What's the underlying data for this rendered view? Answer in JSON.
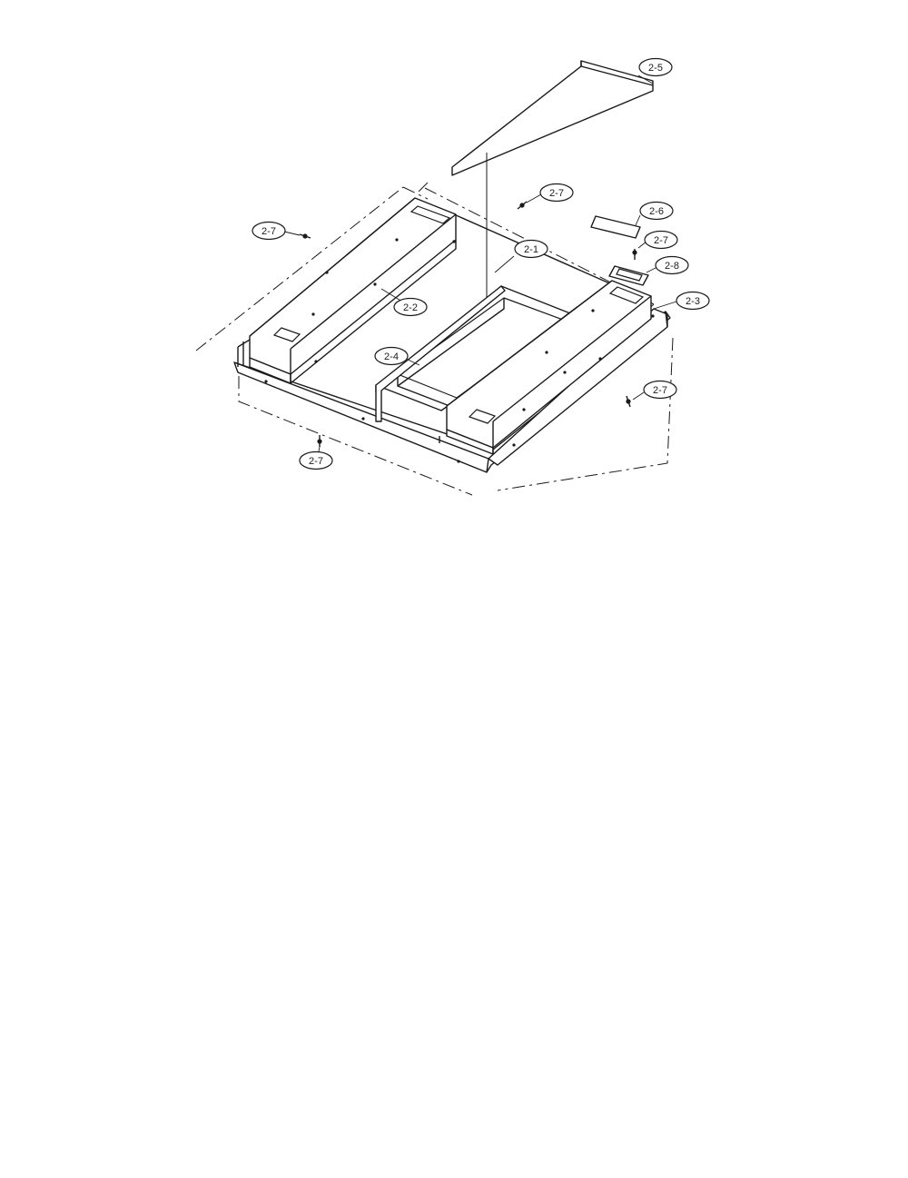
{
  "diagram": {
    "callouts": [
      {
        "id": "c-2-5",
        "label": "2-5"
      },
      {
        "id": "c-2-7a",
        "label": "2-7"
      },
      {
        "id": "c-2-6",
        "label": "2-6"
      },
      {
        "id": "c-2-7b",
        "label": "2-7"
      },
      {
        "id": "c-2-1",
        "label": "2-1"
      },
      {
        "id": "c-2-8",
        "label": "2-8"
      },
      {
        "id": "c-2-7c",
        "label": "2-7"
      },
      {
        "id": "c-2-2",
        "label": "2-2"
      },
      {
        "id": "c-2-3",
        "label": "2-3"
      },
      {
        "id": "c-2-4",
        "label": "2-4"
      },
      {
        "id": "c-2-7d",
        "label": "2-7"
      },
      {
        "id": "c-2-7e",
        "label": "2-7"
      }
    ]
  }
}
